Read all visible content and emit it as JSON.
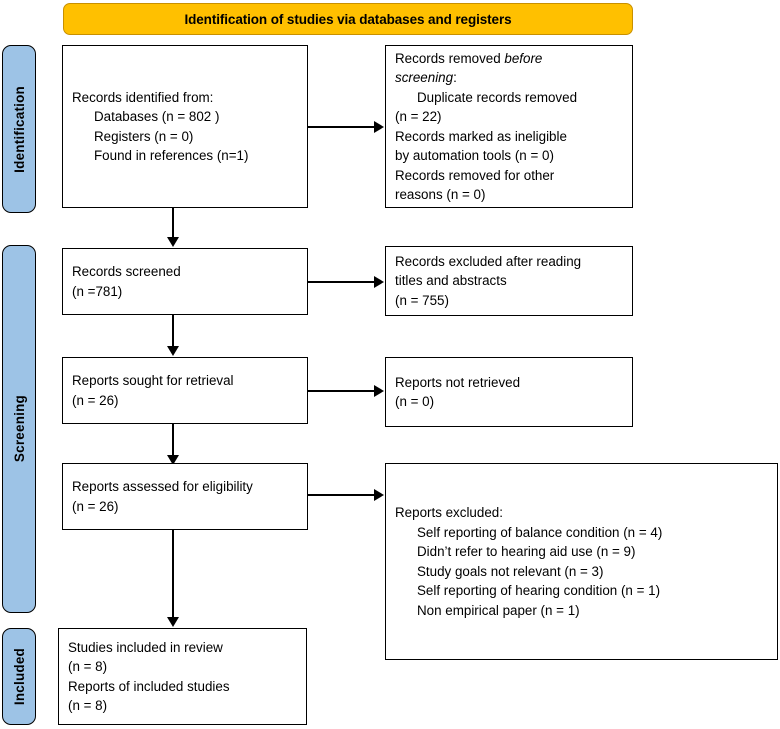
{
  "diagram": {
    "title": "Identification of studies via databases and registers",
    "colors": {
      "banner": "#FFC000",
      "stage_label": "#9DC3E6",
      "box_border": "#000000",
      "box_fill": "#FFFFFF"
    }
  },
  "stages": [
    {
      "key": "identification",
      "label": "Identification"
    },
    {
      "key": "screening",
      "label": "Screening"
    },
    {
      "key": "included",
      "label": "Included"
    }
  ],
  "boxes": {
    "records_identified": {
      "lines": [
        {
          "text": "Records identified from:",
          "indent": false
        },
        {
          "text": "Databases (n = 802 )",
          "indent": true
        },
        {
          "text": "Registers (n = 0)",
          "indent": true
        },
        {
          "text": "Found in references (n=1)",
          "indent": true
        }
      ]
    },
    "records_removed": {
      "lines": [
        {
          "text": "Records removed ",
          "indent": false,
          "italic_tail": "before"
        },
        {
          "text": "screening",
          "indent": false,
          "italic_lead": true,
          "tail": ":"
        },
        {
          "text": "Duplicate records removed",
          "indent": true
        },
        {
          "text": "(n = 22)",
          "indent": false
        },
        {
          "text": "Records marked as ineligible",
          "indent": false
        },
        {
          "text": "by automation tools (n = 0)",
          "indent": false
        },
        {
          "text": "Records removed for other",
          "indent": false
        },
        {
          "text": "reasons (n = 0)",
          "indent": false
        }
      ]
    },
    "records_screened": {
      "lines": [
        {
          "text": "Records screened",
          "indent": false
        },
        {
          "text": "(n =781)",
          "indent": false
        }
      ]
    },
    "records_excluded": {
      "lines": [
        {
          "text": "Records excluded after reading",
          "indent": false
        },
        {
          "text": "titles and abstracts",
          "indent": false
        },
        {
          "text": "(n = 755)",
          "indent": false
        }
      ]
    },
    "reports_sought": {
      "lines": [
        {
          "text": "Reports sought for retrieval",
          "indent": false
        },
        {
          "text": "(n = 26)",
          "indent": false
        }
      ]
    },
    "reports_not_retrieved": {
      "lines": [
        {
          "text": "Reports not retrieved",
          "indent": false
        },
        {
          "text": "(n = 0)",
          "indent": false
        }
      ]
    },
    "reports_assessed": {
      "lines": [
        {
          "text": "Reports assessed for eligibility",
          "indent": false
        },
        {
          "text": "(n = 26)",
          "indent": false
        }
      ]
    },
    "reports_excluded": {
      "lines": [
        {
          "text": "Reports excluded:",
          "indent": false
        },
        {
          "text": "Self reporting of balance condition (n = 4)",
          "indent": true
        },
        {
          "text": "Didn’t refer to hearing aid use (n = 9)",
          "indent": true
        },
        {
          "text": "Study goals not relevant (n = 3)",
          "indent": true
        },
        {
          "text": "Self reporting of hearing condition (n = 1)",
          "indent": true
        },
        {
          "text": "Non empirical paper (n = 1)",
          "indent": true
        }
      ]
    },
    "studies_included": {
      "lines": [
        {
          "text": "Studies included in review",
          "indent": false
        },
        {
          "text": "(n = 8)",
          "indent": false
        },
        {
          "text": "Reports of included studies",
          "indent": false
        },
        {
          "text": "(n = 8)",
          "indent": false
        }
      ]
    }
  },
  "text": {
    "records_identified_l1": "Records identified from:",
    "records_identified_l2": "Databases (n = 802 )",
    "records_identified_l3": "Registers (n = 0)",
    "records_identified_l4": "Found in references (n=1)",
    "records_removed_l1a": "Records removed ",
    "records_removed_l1b": "before",
    "records_removed_l2a": "screening",
    "records_removed_l2b": ":",
    "records_removed_l3": "Duplicate records removed",
    "records_removed_l4": "(n = 22)",
    "records_removed_l5": "Records marked as ineligible",
    "records_removed_l6": "by automation tools (n = 0)",
    "records_removed_l7": "Records removed for other",
    "records_removed_l8": "reasons (n = 0)",
    "records_screened_l1": "Records screened",
    "records_screened_l2": "(n =781)",
    "records_excluded_l1": "Records excluded after reading",
    "records_excluded_l2": "titles and abstracts",
    "records_excluded_l3": "(n = 755)",
    "reports_sought_l1": "Reports sought for retrieval",
    "reports_sought_l2": "(n = 26)",
    "reports_not_retrieved_l1": "Reports not retrieved",
    "reports_not_retrieved_l2": "(n = 0)",
    "reports_assessed_l1": "Reports assessed for eligibility",
    "reports_assessed_l2": "(n = 26)",
    "reports_excluded_l1": "Reports excluded:",
    "reports_excluded_l2": "Self reporting of balance condition (n = 4)",
    "reports_excluded_l3": "Didn’t refer to hearing aid use (n = 9)",
    "reports_excluded_l4": "Study goals not relevant (n = 3)",
    "reports_excluded_l5": "Self reporting of hearing condition (n = 1)",
    "reports_excluded_l6": "Non empirical paper (n = 1)",
    "studies_included_l1": "Studies included in review",
    "studies_included_l2": "(n = 8)",
    "studies_included_l3": "Reports of included studies",
    "studies_included_l4": "(n = 8)",
    "stage_identification": "Identification",
    "stage_screening": "Screening",
    "stage_included": "Included",
    "banner_title": "Identification of studies via databases and registers"
  }
}
